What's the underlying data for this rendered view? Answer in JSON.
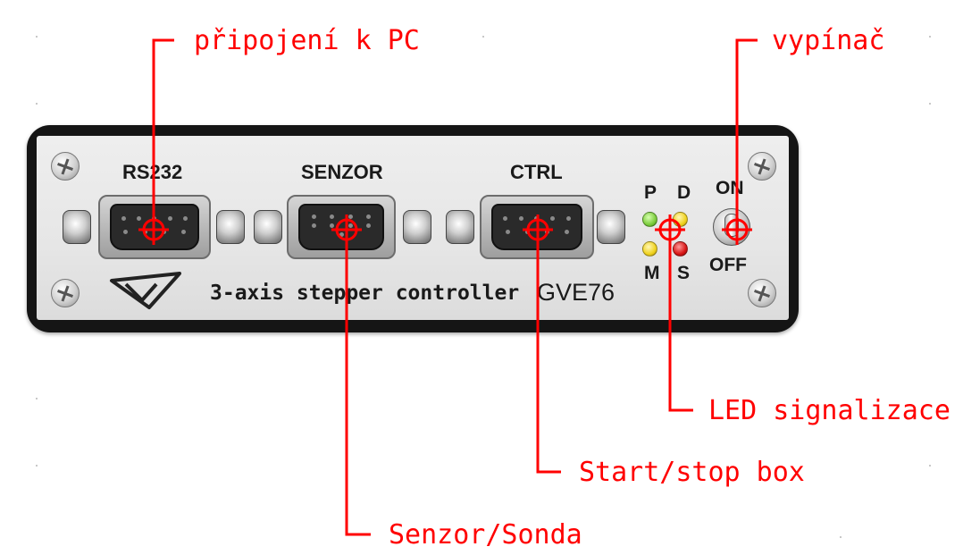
{
  "colors": {
    "annotation": "#ff0000",
    "device_frame": "#151515",
    "panel": "#e8e8e8",
    "led_green": "#7ccd3d",
    "led_yellow": "#f0d21e",
    "led_red": "#d81515"
  },
  "device": {
    "connector_labels": [
      "RS232",
      "SENZOR",
      "CTRL"
    ],
    "led_labels": {
      "p": "P",
      "d": "D",
      "m": "M",
      "s": "S"
    },
    "switch_labels": {
      "on": "ON",
      "off": "OFF"
    },
    "description": "3-axis stepper controller",
    "model": "GVE76"
  },
  "annotations": {
    "pc": "připojení k PC",
    "switch": "vypínač",
    "led": "LED signalizace",
    "start_stop": "Start/stop box",
    "sensor": "Senzor/Sonda"
  }
}
